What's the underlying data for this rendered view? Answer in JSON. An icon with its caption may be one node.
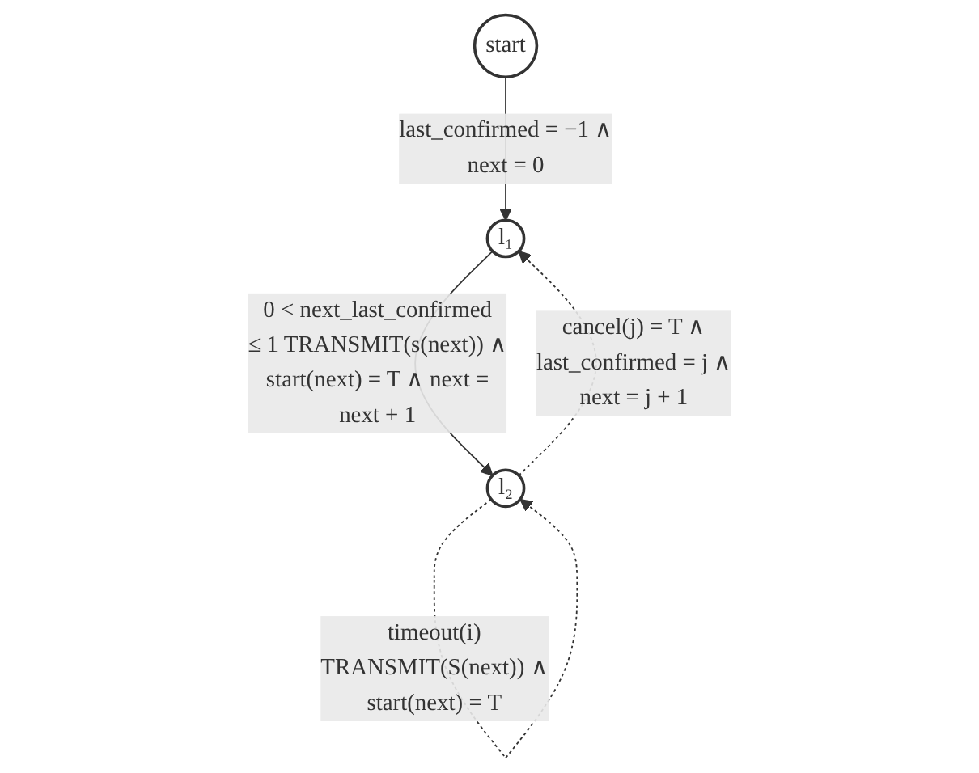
{
  "diagram": {
    "nodes": [
      {
        "text": [
          "start"
        ]
      },
      {
        "text": [
          "l₁"
        ]
      },
      {
        "text": [
          "l₂"
        ]
      }
    ],
    "edges": [
      {
        "from": 0,
        "to": 1,
        "arrow": "to",
        "label": "last_confirmed = −1 ∧ next = 0"
      },
      {
        "from": 1,
        "to": 2,
        "arrow": "to",
        "label": "0 < next_last_confirmed ≤ 1 TRANSMIT(s(next)) ∧ start(next) = T ∧ next = next + 1"
      },
      {
        "from": 2,
        "to": 1,
        "arrow": "to",
        "style": "dashed",
        "label": "cancel(j) = T ∧ last_confirmed = j ∧ next = j + 1"
      },
      {
        "from": 2,
        "to": 2,
        "arrow": "to",
        "style": "dashed",
        "label": "timeout(i) TRANSMIT(S(next)) ∧ start(next) = T"
      }
    ]
  }
}
